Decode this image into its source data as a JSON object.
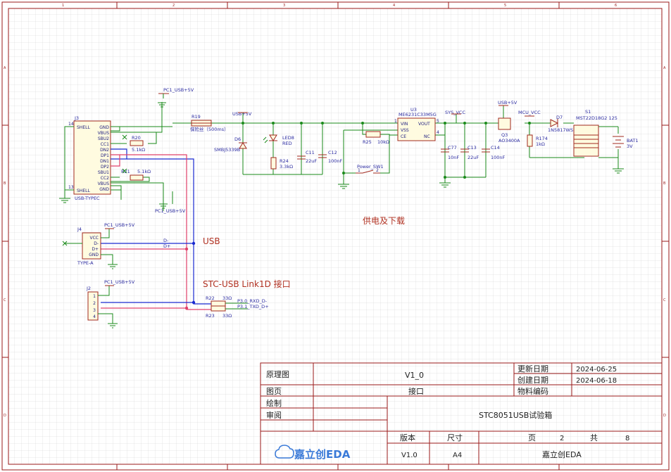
{
  "border": {
    "columns": [
      "1",
      "2",
      "3",
      "4",
      "5",
      "6"
    ],
    "rows": [
      "A",
      "B",
      "C",
      "D"
    ]
  },
  "title_block": {
    "schematic_label": "原理图",
    "version_name": "V1_0",
    "update_date_label": "更新日期",
    "update_date": "2024-06-25",
    "create_date_label": "创建日期",
    "create_date": "2024-06-18",
    "page_label": "图页",
    "page_name": "接口",
    "part_no_label": "物料编码",
    "drawn_label": "绘制",
    "review_label": "审阅",
    "project_name": "STC8051USB试验箱",
    "version_label": "版本",
    "version": "V1.0",
    "size_label": "尺寸",
    "size": "A4",
    "page_text": "页",
    "page_num": "2",
    "total_text": "共",
    "total_num": "8",
    "logo_text": "嘉立创EDA",
    "company": "嘉立创EDA"
  },
  "annotations": {
    "power_title": "供电及下载",
    "usb_title": "USB",
    "link_title": "STC-USB Link1D 接口"
  },
  "j3": {
    "ref": "J3",
    "part": "USB-TYPEC",
    "left_pins": [
      "SHELL",
      "",
      "",
      "",
      "",
      "",
      "",
      "",
      "",
      "",
      "",
      "SHELL"
    ],
    "pin_nums_left": [
      "14",
      "13"
    ],
    "right_pins": [
      "GND",
      "VBUS",
      "SBU2",
      "CC1",
      "DN2",
      "DP1",
      "DN1",
      "DP2",
      "SBU1",
      "CC2",
      "VBUS",
      "GND"
    ]
  },
  "j4": {
    "ref": "J4",
    "part": "TYPE-A",
    "pins": [
      "VCC",
      "D-",
      "D+",
      "GND"
    ]
  },
  "j2": {
    "ref": "J2",
    "pins": [
      "1",
      "2",
      "3",
      "4"
    ]
  },
  "nets": {
    "pc1_usb_5v": "PC1_USB+5V",
    "usb_5v": "USB+5V",
    "sys_vcc": "SYS_VCC",
    "mcu_vcc": "MCU_VCC",
    "d_minus": "D-",
    "d_plus": "D+",
    "rxd": "P3.0_RXD_D-",
    "txd": "P3.1_TXD_D+"
  },
  "components": {
    "r20": {
      "ref": "R20",
      "value": "5.1kΩ"
    },
    "r21": {
      "ref": "R21",
      "value": "5.1kΩ"
    },
    "r19": {
      "ref": "R19",
      "value": "保险丝（500ms）"
    },
    "d6": {
      "ref": "D6",
      "value": "SMBJ5339B"
    },
    "led8": {
      "ref": "LED8",
      "value": "RED"
    },
    "r24": {
      "ref": "R24",
      "value": "3.3kΩ"
    },
    "c11": {
      "ref": "C11",
      "value": "22uF"
    },
    "c12": {
      "ref": "C12",
      "value": "100nF"
    },
    "r25": {
      "ref": "R25",
      "value": "10kΩ"
    },
    "sw1": {
      "ref": "Power_SW1",
      "pin1": "1",
      "pin2": "2"
    },
    "u3": {
      "ref": "U3",
      "value": "ME6231C33M5G",
      "pins": [
        "VIN",
        "VSS",
        "CE",
        "VOUT",
        "NC"
      ],
      "pin_nums": [
        "1",
        "2",
        "3",
        "5",
        "4"
      ]
    },
    "c77": {
      "ref": "C77",
      "value": "10nF"
    },
    "c13": {
      "ref": "C13",
      "value": "22uF"
    },
    "c14": {
      "ref": "C14",
      "value": "100nF"
    },
    "q3": {
      "ref": "Q3",
      "value": "AO3400A"
    },
    "r174": {
      "ref": "R174",
      "value": "1kΩ"
    },
    "d7": {
      "ref": "D7",
      "value": "1N5817WS"
    },
    "s1": {
      "ref": "S1",
      "value": "MST22D18G2 125"
    },
    "bat1": {
      "ref": "BAT1",
      "value": "3V"
    },
    "r22": {
      "ref": "R22",
      "value": "33Ω"
    },
    "r23": {
      "ref": "R23",
      "value": "33Ω"
    }
  },
  "colors": {
    "wire": "#1a8a1a",
    "part": "#a0281e",
    "usb_blue": "#1a2ad0",
    "usb_pink": "#e0406a",
    "border": "#9a1a1a",
    "grid": "#c0c0c0"
  }
}
